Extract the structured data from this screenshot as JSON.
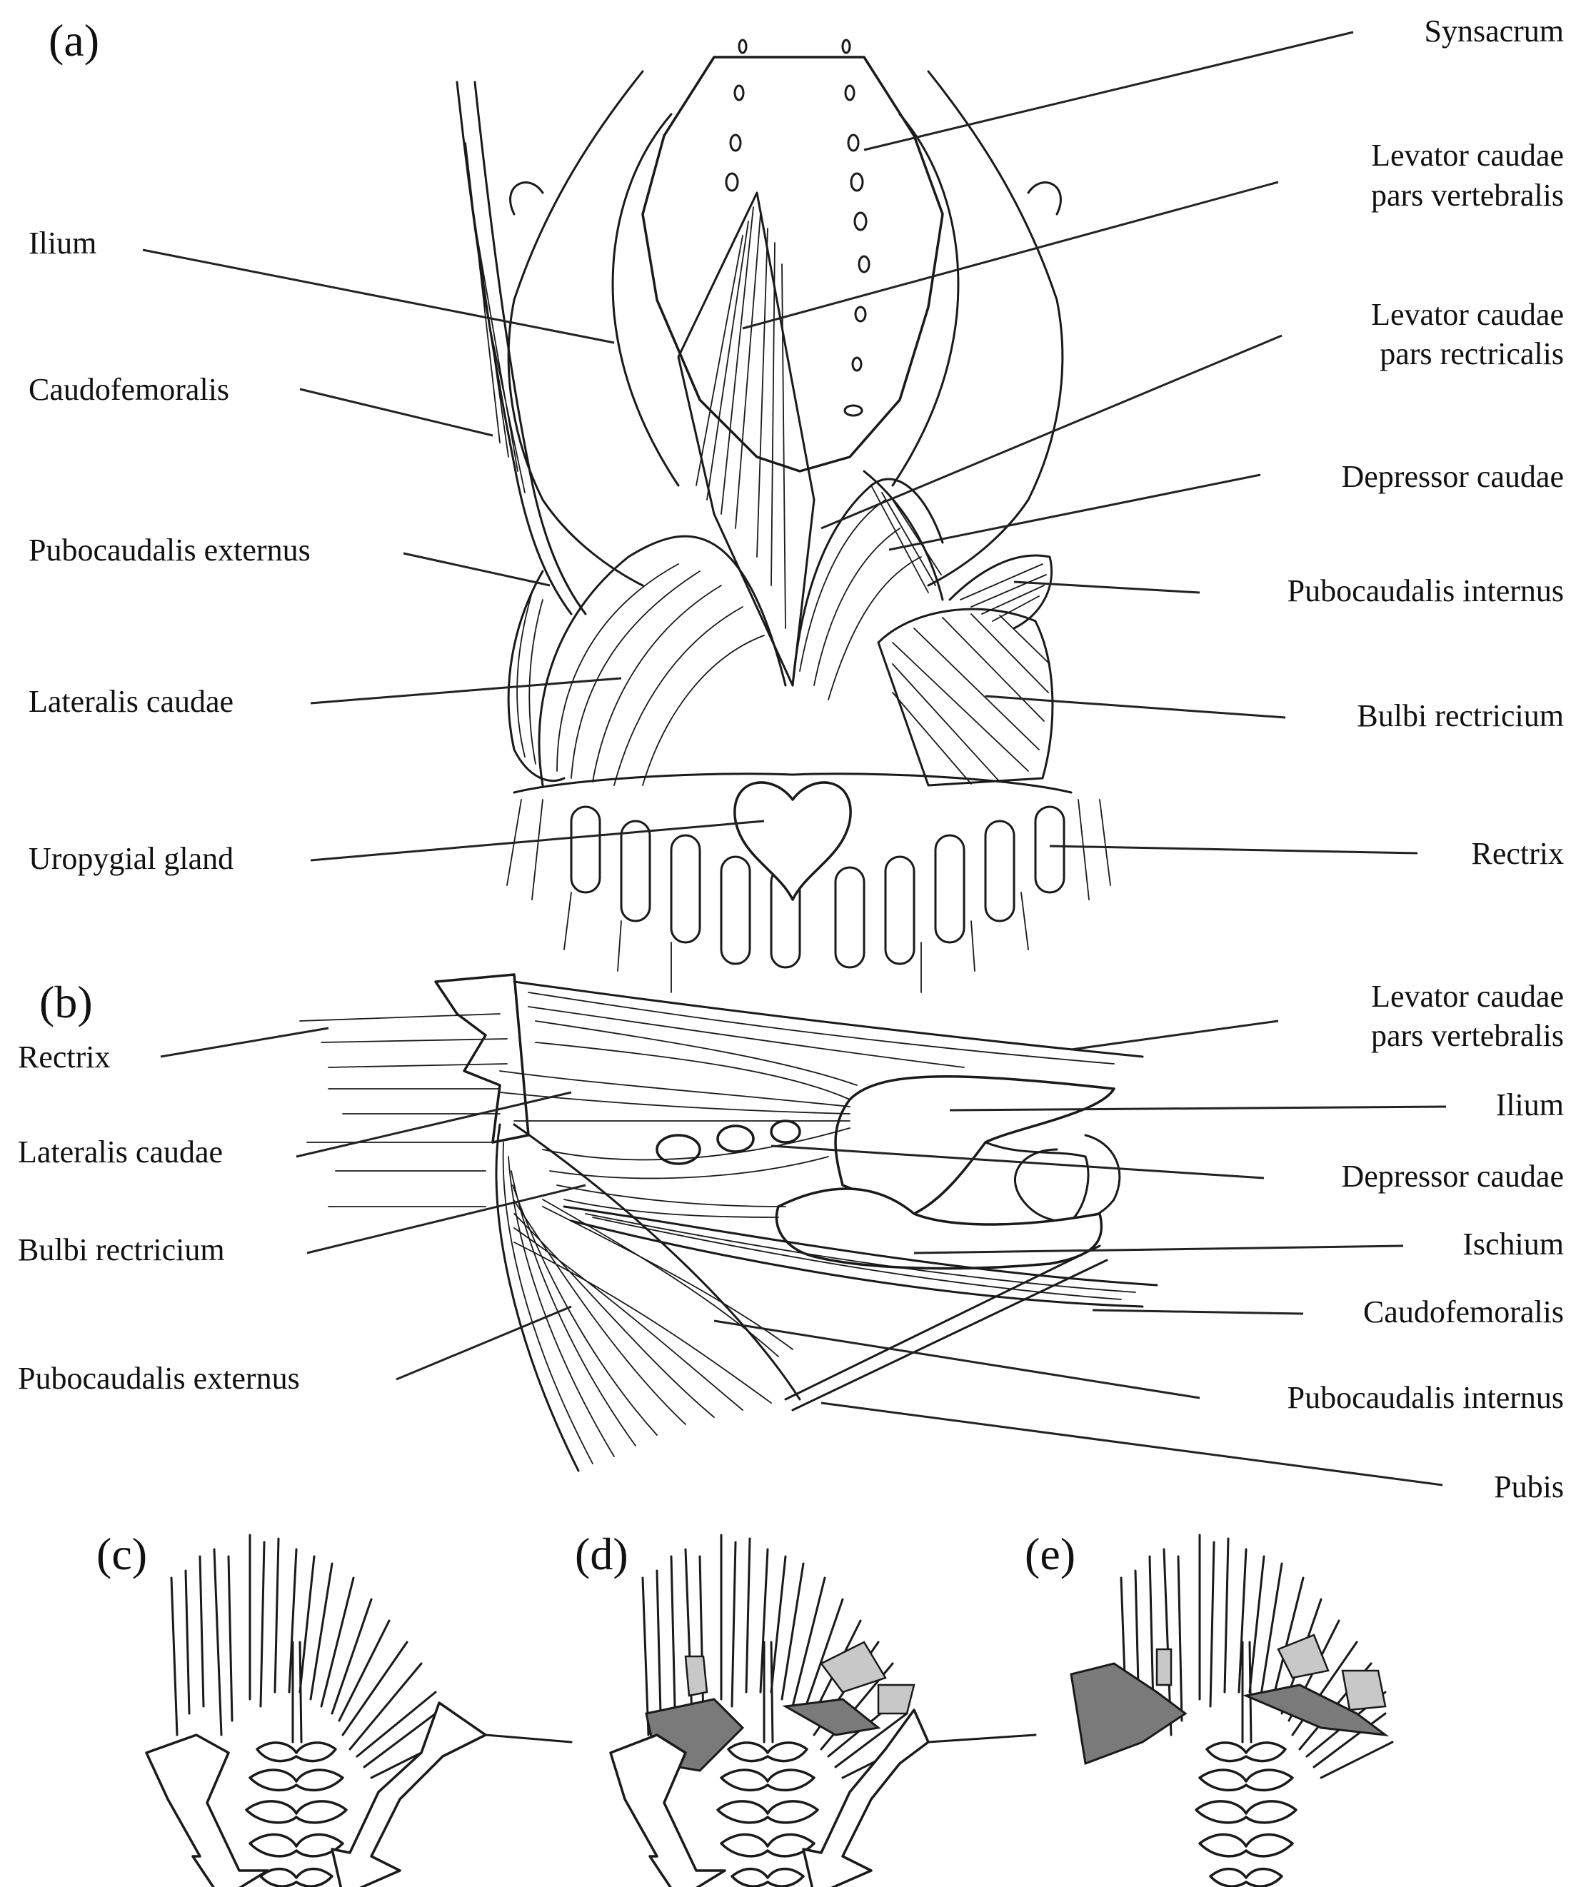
{
  "panels": {
    "a": {
      "letter": "(a)",
      "labels": {
        "synsacrum": "Synsacrum",
        "levator_vert_1": "Levator caudae",
        "levator_vert_2": "pars vertebralis",
        "ilium": "Ilium",
        "levator_rect_1": "Levator caudae",
        "levator_rect_2": "pars rectricalis",
        "caudofemoralis": "Caudofemoralis",
        "depressor_caudae": "Depressor caudae",
        "pubocaudalis_externus": "Pubocaudalis externus",
        "pubocaudalis_internus": "Pubocaudalis internus",
        "lateralis_caudae": "Lateralis caudae",
        "bulbi_rectricium": "Bulbi rectricium",
        "uropygial_gland": "Uropygial gland",
        "rectrix": "Rectrix"
      }
    },
    "b": {
      "letter": "(b)",
      "labels": {
        "rectrix": "Rectrix",
        "levator_vert_1": "Levator caudae",
        "levator_vert_2": "pars vertebralis",
        "ilium": "Ilium",
        "lateralis_caudae": "Lateralis caudae",
        "depressor_caudae": "Depressor caudae",
        "bulbi_rectricium": "Bulbi rectricium",
        "ischium": "Ischium",
        "caudofemoralis": "Caudofemoralis",
        "pubocaudalis_externus": "Pubocaudalis externus",
        "pubocaudalis_internus": "Pubocaudalis internus",
        "pubis": "Pubis"
      }
    },
    "c": {
      "letter": "(c)"
    },
    "d": {
      "letter": "(d)"
    },
    "e": {
      "letter": "(e)"
    }
  },
  "colors": {
    "ink": "#1a1a1a",
    "background": "#ffffff",
    "shade_dark": "#7a7a7a",
    "shade_light": "#c8c8c8"
  }
}
